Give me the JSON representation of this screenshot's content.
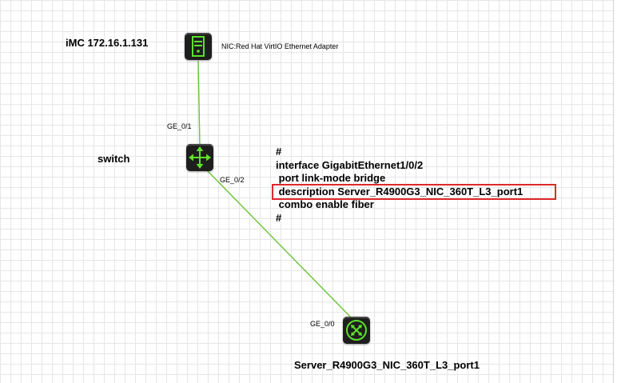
{
  "nodes": {
    "imc": {
      "title": "iMC 172.16.1.131",
      "nic": "NIC:Red Hat VirtIO Ethernet Adapter"
    },
    "switch": {
      "title": "switch"
    },
    "server": {
      "title": "Server_R4900G3_NIC_360T_L3_port1"
    }
  },
  "ports": {
    "imc_side": "GE_0/1",
    "switch_side": "GE_0/2",
    "server_side": "GE_0/0"
  },
  "config": {
    "lines": [
      "#",
      "interface GigabitEthernet1/0/2",
      " port link-mode bridge",
      " description Server_R4900G3_NIC_360T_L3_port1",
      " combo enable fiber",
      "#"
    ],
    "highlight_color": "#e0282d"
  },
  "colors": {
    "link": "#6ac43a",
    "icon": "#5ee02c",
    "node_bg": "#1e1e1e"
  }
}
